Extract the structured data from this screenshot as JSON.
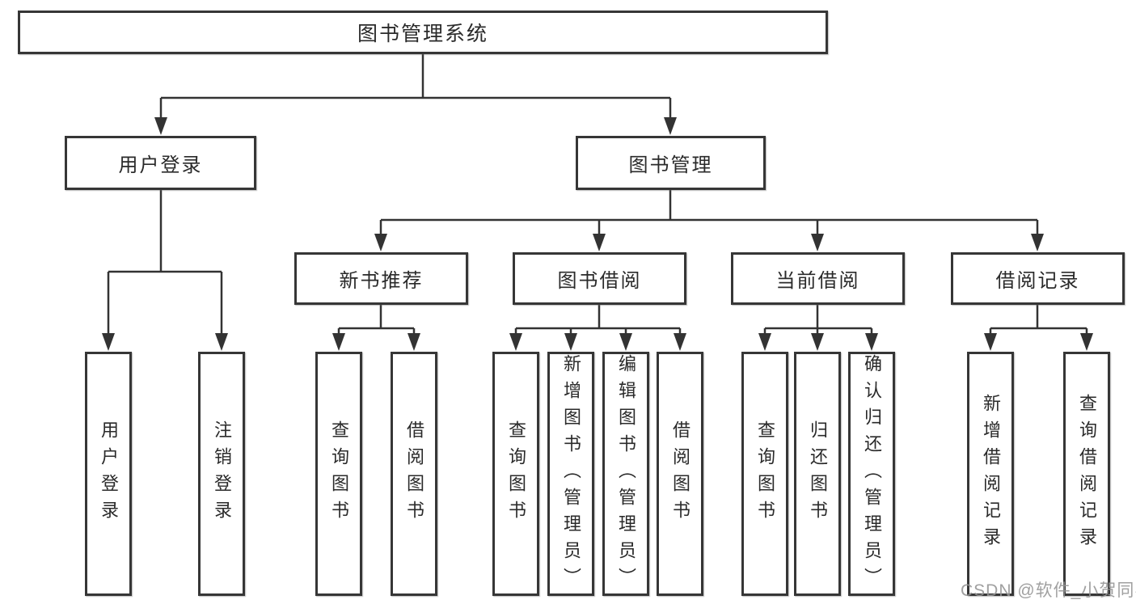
{
  "diagram": {
    "root": "图书管理系统",
    "branches": [
      {
        "label": "用户登录",
        "leaves": [
          "用户登录",
          "注销登录"
        ]
      },
      {
        "label": "图书管理",
        "children": [
          {
            "label": "新书推荐",
            "leaves": [
              "查询图书",
              "借阅图书"
            ]
          },
          {
            "label": "图书借阅",
            "leaves": [
              "查询图书",
              "新增图书（管理员）",
              "编辑图书（管理员）",
              "借阅图书"
            ]
          },
          {
            "label": "当前借阅",
            "leaves": [
              "查询图书",
              "归还图书",
              "确认归还（管理员）"
            ]
          },
          {
            "label": "借阅记录",
            "leaves": [
              "新增借阅记录",
              "查询借阅记录"
            ]
          }
        ]
      }
    ]
  },
  "watermark": {
    "text": "CSDN @软件_小贺同学"
  },
  "colors": {
    "line": "#333333",
    "box_border": "#363636",
    "text": "#2a2a2a",
    "watermark": "#969696",
    "background": "#ffffff"
  }
}
